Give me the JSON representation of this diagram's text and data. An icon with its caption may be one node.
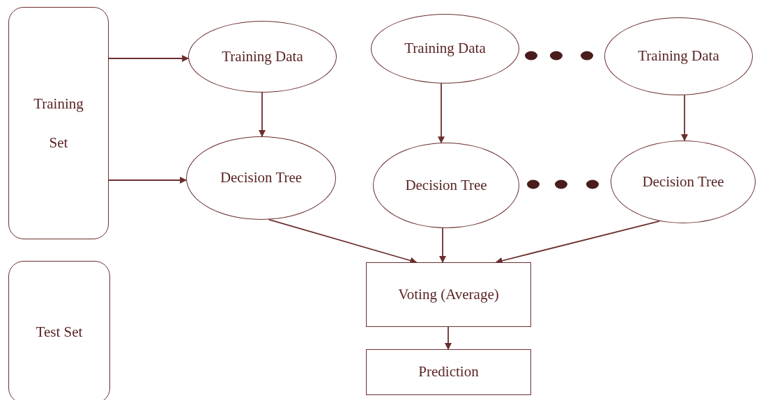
{
  "diagram": {
    "nodes": [
      {
        "text": [
          "Training Set"
        ]
      },
      {
        "text": [
          "Test Set"
        ]
      },
      {
        "text": [
          "Training Data"
        ]
      },
      {
        "text": [
          "Training Data"
        ]
      },
      {
        "text": [
          "Training Data"
        ]
      },
      {
        "text": [
          "Decision Tree"
        ]
      },
      {
        "text": [
          "Decision Tree"
        ]
      },
      {
        "text": [
          "Decision Tree"
        ]
      },
      {
        "text": [
          "Voting (Average)"
        ]
      },
      {
        "text": [
          "Prediction"
        ]
      }
    ],
    "edges": [
      {
        "from": 0,
        "to": 2,
        "arrow": "to"
      },
      {
        "from": 0,
        "to": 5,
        "arrow": "to"
      },
      {
        "from": 2,
        "to": 5,
        "arrow": "to"
      },
      {
        "from": 3,
        "to": 6,
        "arrow": "to"
      },
      {
        "from": 4,
        "to": 7,
        "arrow": "to"
      },
      {
        "from": 5,
        "to": 8,
        "arrow": "to"
      },
      {
        "from": 6,
        "to": 8,
        "arrow": "to"
      },
      {
        "from": 7,
        "to": 8,
        "arrow": "to"
      },
      {
        "from": 8,
        "to": 9,
        "arrow": "to"
      }
    ]
  }
}
